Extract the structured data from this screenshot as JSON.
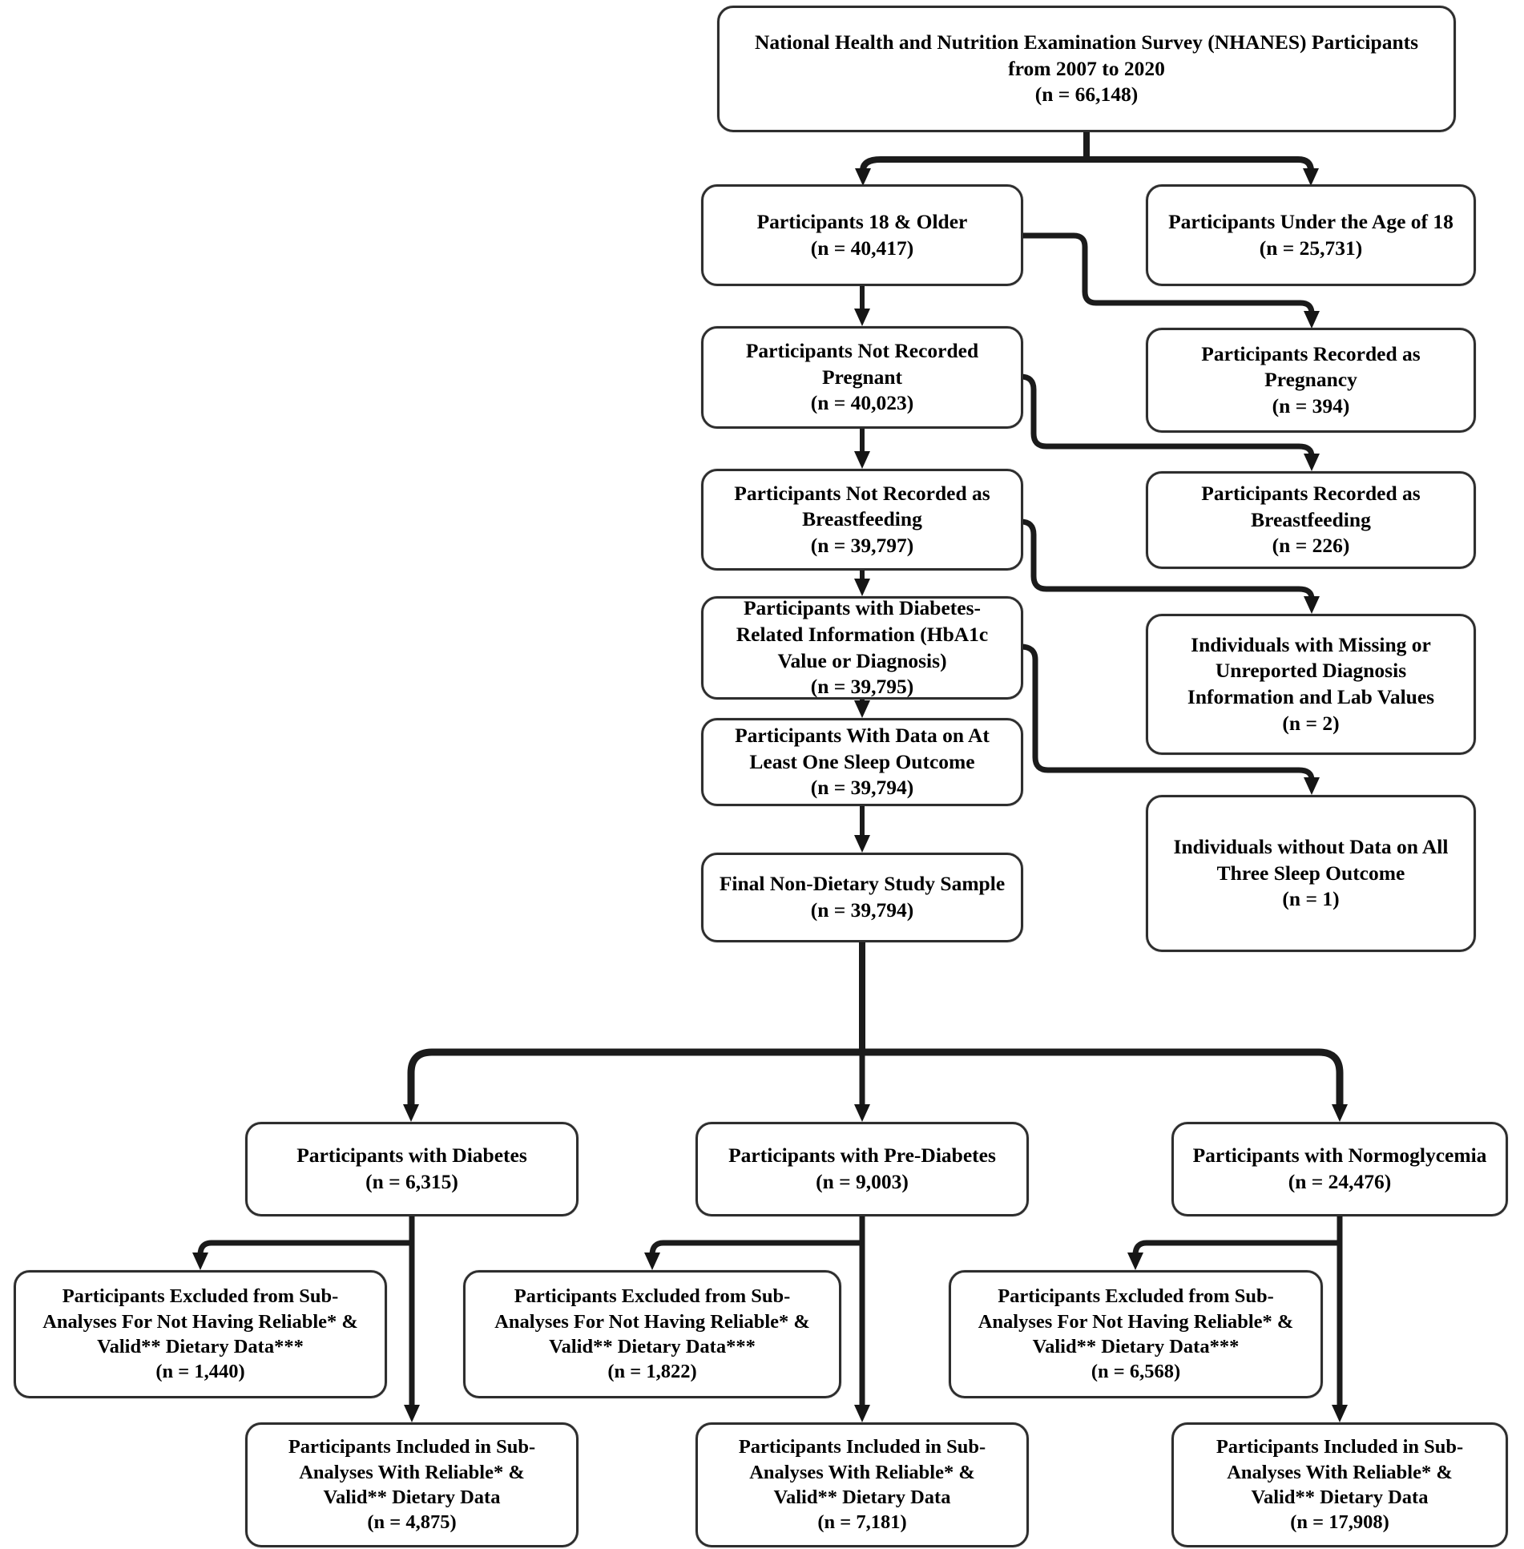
{
  "figure": {
    "kind": "participant-flow-diagram",
    "colors": {
      "line": "#1b1b1b",
      "box_border": "#2e2e2e",
      "box_fill": "#ffffff",
      "text": "#000000",
      "background": "#ffffff"
    }
  },
  "nodes": {
    "nhanes": {
      "text": "National Health and Nutrition Examination Survey (NHANES) Participants\nfrom 2007 to 2020\n(n = 66,148)"
    },
    "adults": {
      "text": "Participants 18 & Older\n(n = 40,417)"
    },
    "under18": {
      "text": "Participants Under the Age of 18\n(n = 25,731)"
    },
    "not_pregnant": {
      "text": "Participants Not Recorded\nPregnant\n(n = 40,023)"
    },
    "pregnant": {
      "text": "Participants Recorded as\nPregnancy\n(n = 394)"
    },
    "not_breastfeeding": {
      "text": "Participants Not Recorded as\nBreastfeeding\n(n = 39,797)"
    },
    "breastfeeding": {
      "text": "Participants Recorded as\nBreastfeeding\n(n = 226)"
    },
    "diabetes_info": {
      "text": "Participants with Diabetes-\nRelated Information (HbA1c\nValue or Diagnosis)\n(n = 39,795)"
    },
    "missing_info": {
      "text": "Individuals with Missing or\nUnreported Diagnosis\nInformation and Lab Values\n(n = 2)"
    },
    "sleep_data": {
      "text": "Participants With Data on At\nLeast One Sleep Outcome\n(n = 39,794)"
    },
    "no_sleep_data": {
      "text": "Individuals without Data on All\nThree Sleep Outcome\n(n = 1)"
    },
    "final_sample": {
      "text": "Final Non-Dietary Study Sample\n(n = 39,794)"
    },
    "diabetes": {
      "text": "Participants with Diabetes\n(n = 6,315)"
    },
    "pre_diabetes": {
      "text": "Participants with Pre-Diabetes\n(n = 9,003)"
    },
    "normoglycemia": {
      "text": "Participants with Normoglycemia\n(n = 24,476)"
    },
    "excluded_diabetes": {
      "text": "Participants Excluded from Sub-\nAnalyses For Not Having Reliable* &\nValid** Dietary Data***\n(n = 1,440)"
    },
    "excluded_pre_diabetes": {
      "text": "Participants Excluded from Sub-\nAnalyses For Not Having Reliable* &\nValid** Dietary Data***\n(n = 1,822)"
    },
    "excluded_normoglycemia": {
      "text": "Participants Excluded from Sub-\nAnalyses For Not Having Reliable* &\nValid** Dietary Data***\n(n = 6,568)"
    },
    "included_diabetes": {
      "text": "Participants Included in Sub-\nAnalyses With Reliable* &\nValid** Dietary Data\n(n = 4,875)"
    },
    "included_pre_diabetes": {
      "text": "Participants Included in Sub-\nAnalyses With Reliable* &\nValid** Dietary Data\n(n = 7,181)"
    },
    "included_normoglycemia": {
      "text": "Participants Included in Sub-\nAnalyses With Reliable* &\nValid** Dietary Data\n(n = 17,908)"
    }
  }
}
